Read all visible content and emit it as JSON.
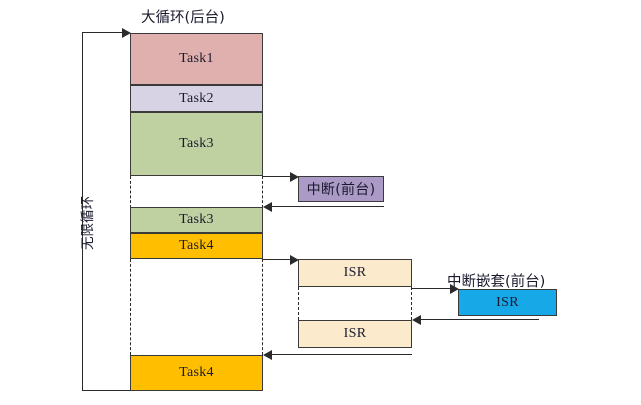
{
  "diagram": {
    "title_background_loop": "大循环(后台)",
    "label_infinite_loop": "无限循环",
    "label_interrupt_foreground": "中断(前台)",
    "label_nested_interrupt_foreground": "中断嵌套(前台)",
    "bottom_cut_text": "",
    "colors": {
      "task1": "#e0b0ae",
      "task2": "#d7d2e4",
      "task3": "#bfd1a0",
      "task4": "#ffbf00",
      "interrupt": "#ab9ac6",
      "isr": "#fbeacb",
      "nested_isr": "#17a8e8",
      "stroke": "#3a3a3a",
      "background": "#ffffff"
    },
    "main_column": {
      "blocks": [
        {
          "label": "Task1",
          "color_key": "task1"
        },
        {
          "label": "Task2",
          "color_key": "task2"
        },
        {
          "label": "Task3",
          "color_key": "task3"
        },
        {
          "label": "Task3",
          "color_key": "task3"
        },
        {
          "label": "Task4",
          "color_key": "task4"
        },
        {
          "label": "Task4",
          "color_key": "task4"
        }
      ]
    },
    "interrupt_blocks": [
      {
        "label": "中断(前台)",
        "color_key": "interrupt"
      }
    ],
    "isr_blocks": [
      {
        "label": "ISR",
        "color_key": "isr"
      },
      {
        "label": "ISR",
        "color_key": "isr"
      }
    ],
    "nested_isr_blocks": [
      {
        "label": "ISR",
        "color_key": "nested_isr"
      }
    ]
  }
}
